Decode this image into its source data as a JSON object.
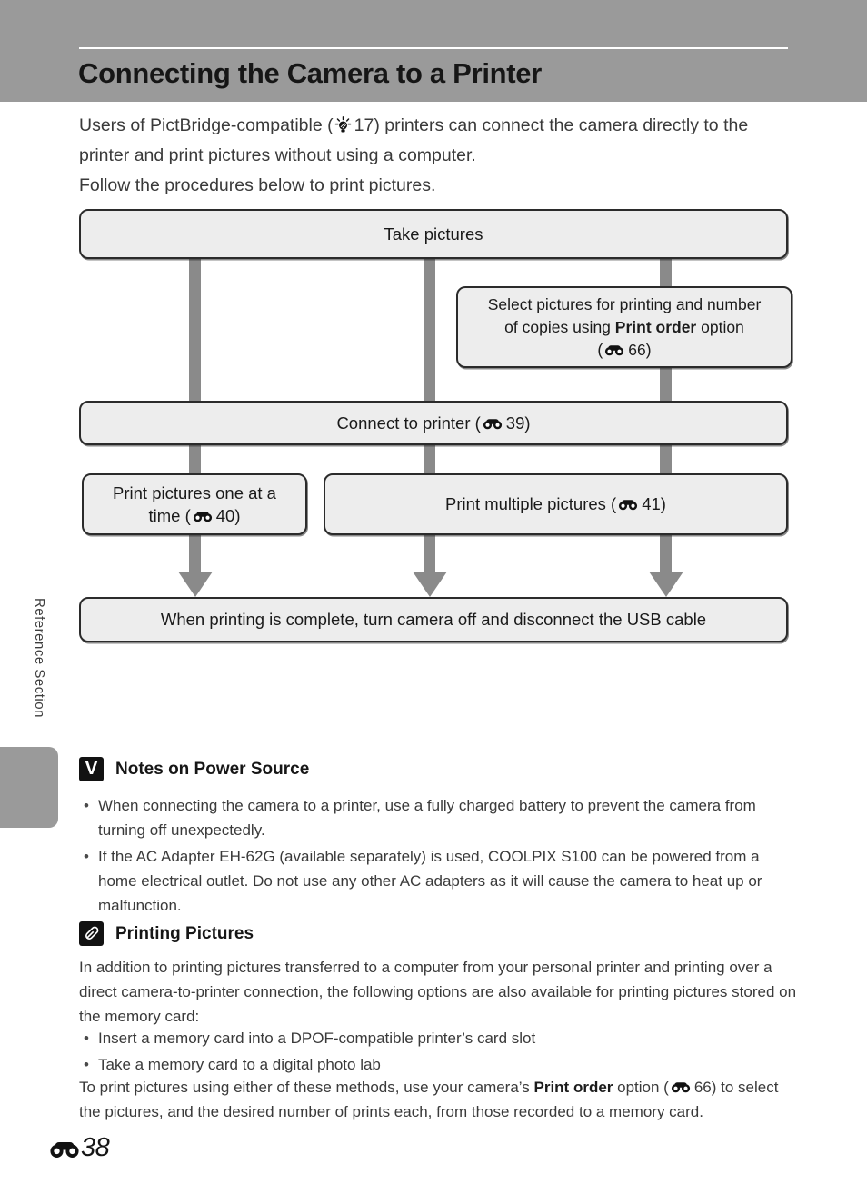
{
  "colors": {
    "header_gray": "#9a9a9a",
    "sidebar_tab_gray": "#9a9a9a",
    "box_fill": "#ededed",
    "box_border": "#2b2b2b",
    "connector_gray": "#8a8a8a",
    "text_color": "#3a3a3a",
    "icon_black": "#121212"
  },
  "header": {
    "title": "Connecting the Camera to a Printer"
  },
  "intro": {
    "p1_pre": "Users of PictBridge-compatible (",
    "p1_ref": "17",
    "p1_post": ") printers can connect the camera directly to the printer and print pictures without using a computer.",
    "p2": "Follow the procedures below to print pictures."
  },
  "flowchart": {
    "take_pictures": {
      "label": "Take pictures"
    },
    "select_pictures": {
      "line1": "Select pictures for printing and number",
      "line2_pre": "of copies using ",
      "line2_bold": "Print order",
      "line2_post": " option",
      "line3_pre": "(",
      "ref": "66",
      "line3_post": ")"
    },
    "connect_printer": {
      "pre": "Connect to printer (",
      "ref": "39",
      "post": ")"
    },
    "print_one": {
      "line1": "Print pictures one at a",
      "line2_pre": "time (",
      "ref": "40",
      "post": ")"
    },
    "print_multiple": {
      "pre": "Print multiple pictures (",
      "ref": "41",
      "post": ")"
    },
    "finish": {
      "label": "When printing is complete, turn camera off and disconnect the USB cable"
    }
  },
  "sidebar": {
    "label": "Reference Section"
  },
  "icons": {
    "note_glyph": "V",
    "binoculars_name": "reference-page-icon",
    "lightbulb_name": "tech-notes-icon",
    "paperclip_name": "tip-paperclip-icon"
  },
  "notes_power": {
    "heading": "Notes on Power Source",
    "bullets": [
      "When connecting the camera to a printer, use a fully charged battery to prevent the camera from turning off unexpectedly.",
      "If the AC Adapter EH-62G (available separately) is used, COOLPIX S100 can be powered from a home electrical outlet. Do not use any other AC adapters as it will cause the camera to heat up or malfunction."
    ]
  },
  "printing_pictures": {
    "heading": "Printing Pictures",
    "intro": "In addition to printing pictures transferred to a computer from your personal printer and printing over a direct camera-to-printer connection, the following options are also available for printing pictures stored on the memory card:",
    "bullets": [
      "Insert a memory card into a DPOF-compatible printer’s card slot",
      "Take a memory card to a digital photo lab"
    ],
    "outro_pre": "To print pictures using either of these methods, use your camera’s ",
    "outro_bold": "Print order",
    "outro_mid": " option (",
    "ref": "66",
    "outro_post": ") to select the pictures, and the desired number of prints each, from those recorded to a memory card."
  },
  "footer": {
    "page_ref": "38"
  }
}
